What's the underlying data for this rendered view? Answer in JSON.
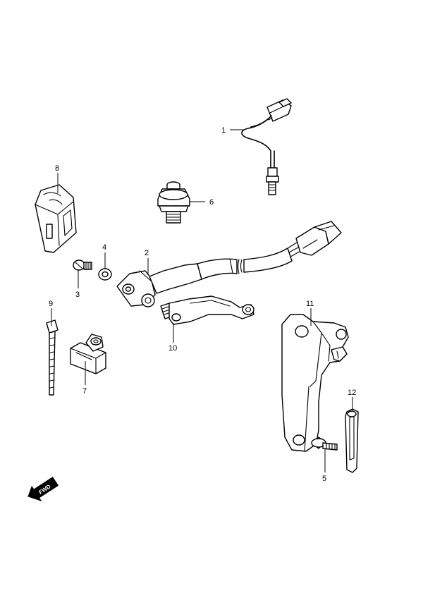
{
  "callouts": [
    {
      "id": "1",
      "label": "1"
    },
    {
      "id": "2",
      "label": "2"
    },
    {
      "id": "3",
      "label": "3"
    },
    {
      "id": "4",
      "label": "4"
    },
    {
      "id": "5",
      "label": "5"
    },
    {
      "id": "6",
      "label": "6"
    },
    {
      "id": "7",
      "label": "7"
    },
    {
      "id": "8",
      "label": "8"
    },
    {
      "id": "9",
      "label": "9"
    },
    {
      "id": "10",
      "label": "10"
    },
    {
      "id": "11",
      "label": "11"
    },
    {
      "id": "12",
      "label": "12"
    }
  ],
  "fwd_label": "FWD",
  "colors": {
    "line": "#000000",
    "background": "#ffffff"
  }
}
